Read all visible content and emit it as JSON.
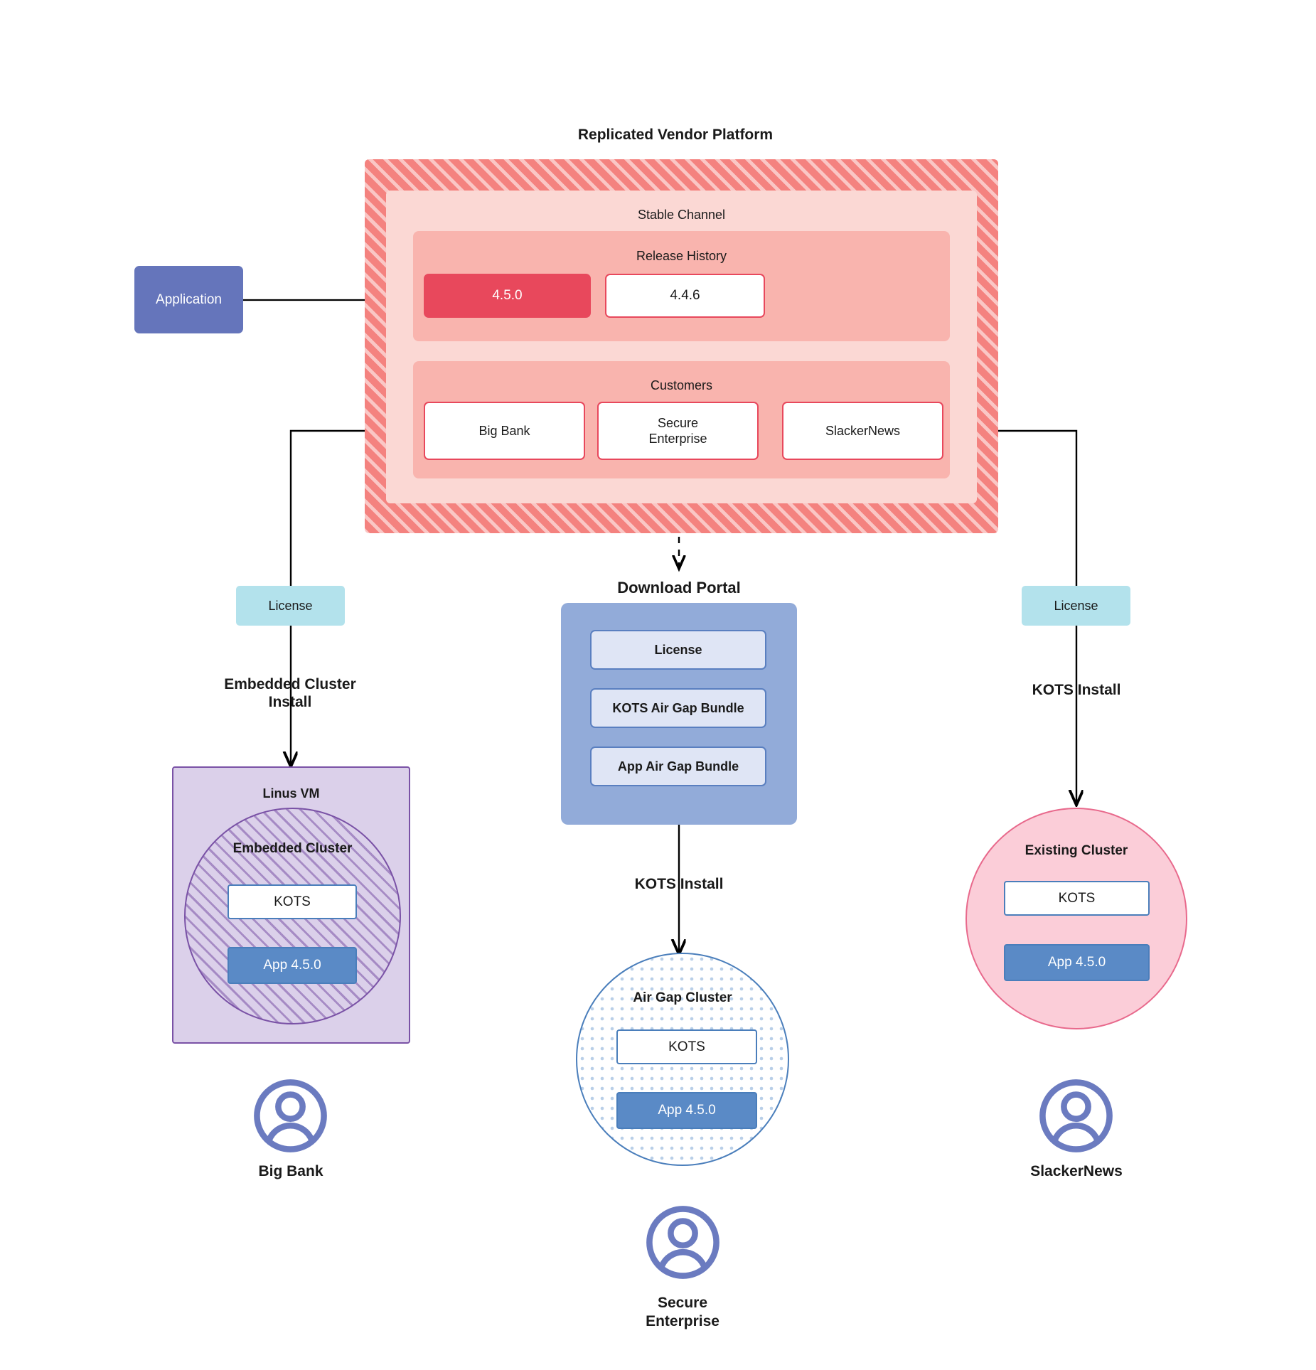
{
  "platform": {
    "title": "Replicated Vendor Platform",
    "channel_label": "Stable Channel",
    "release_history_label": "Release History",
    "releases": [
      {
        "version": "4.5.0",
        "state": "current"
      },
      {
        "version": "4.4.6",
        "state": "previous"
      }
    ],
    "customers_label": "Customers",
    "customers": [
      "Big Bank",
      "Secure\nEnterprise",
      "SlackerNews"
    ]
  },
  "application": {
    "label": "Application"
  },
  "licenses": {
    "left_label": "License",
    "right_label": "License"
  },
  "download_portal": {
    "title": "Download  Portal",
    "items": [
      "License",
      "KOTS Air Gap Bundle",
      "App Air Gap Bundle"
    ]
  },
  "edges": {
    "embedded_install": "Embedded Cluster\nInstall",
    "kots_install_center": "KOTS Install",
    "kots_install_right": "KOTS Install"
  },
  "left_stack": {
    "vm_title": "Linus VM",
    "cluster_title": "Embedded Cluster",
    "kots_label": "KOTS",
    "app_label": "App 4.5.0",
    "person_label": "Big Bank"
  },
  "center_stack": {
    "cluster_title": "Air Gap Cluster",
    "kots_label": "KOTS",
    "app_label": "App 4.5.0",
    "person_label": "Secure\nEnterprise"
  },
  "right_stack": {
    "cluster_title": "Existing Cluster",
    "kots_label": "KOTS",
    "app_label": "App 4.5.0",
    "person_label": "SlackerNews"
  },
  "colors": {
    "platform_hatch": "#f4827f",
    "stable_channel": "#fbd8d4",
    "release_panel": "#f9b4ae",
    "release_current": "#e8485c",
    "application": "#6575bb",
    "license": "#b3e2ec",
    "portal": "#92abd9",
    "portal_item": "#dfe5f5",
    "vm": "#dbd0ea",
    "vm_border": "#7a52a6",
    "airgap_border": "#4a7ebb",
    "existing_cluster": "#fbcdd8",
    "existing_border": "#e8698c",
    "kots_border": "#4a7ebb",
    "app_box": "#5a8ac6",
    "avatar": "#6b7bc0"
  },
  "icons": {
    "avatar": "person-avatar-icon"
  }
}
